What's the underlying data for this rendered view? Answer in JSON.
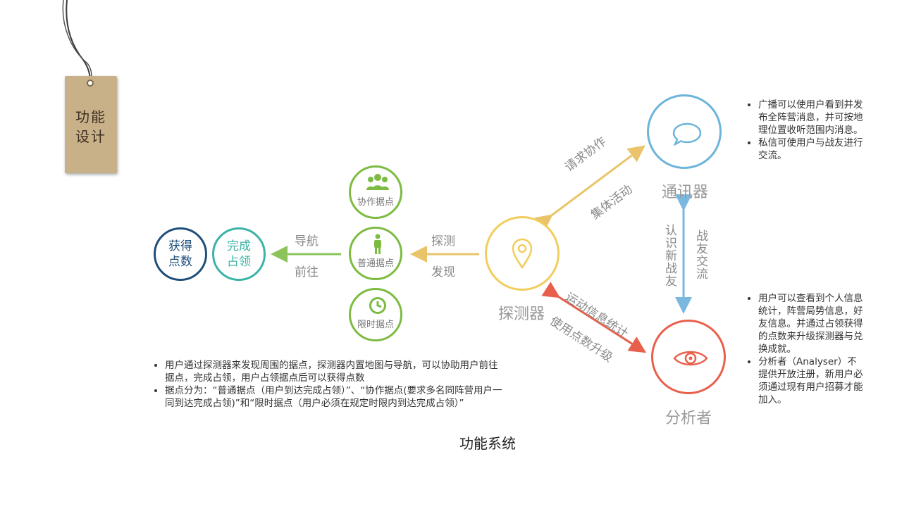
{
  "tag": {
    "line1": "功能",
    "line2": "设计"
  },
  "left_chain": {
    "gain_points": {
      "line1": "获得",
      "line2": "点数"
    },
    "complete_occupy": {
      "line1": "完成",
      "line2": "占领"
    },
    "nav_label_top": "导航",
    "nav_label_bottom": "前往",
    "detect_label_top": "探测",
    "detect_label_bottom": "发现"
  },
  "strongholds": {
    "coop": "协作据点",
    "normal": "普通据点",
    "timed": "限时据点"
  },
  "nodes": {
    "detector": "探测器",
    "communicator": "通讯器",
    "analyser": "分析者"
  },
  "edges": {
    "request_coop": "请求协作",
    "group_activity": "集体活动",
    "activity_stats": "运动信息统计",
    "use_points_upgrade": "使用点数升级",
    "meet_new_allies": "认识新战友",
    "ally_chat": "战友交流"
  },
  "notes_left": [
    "用户通过探测器来发现周围的据点，探测器内置地图与导航，可以协助用户前往据点，完成占领，用户占领据点后可以获得点数",
    "据点分为：“普通据点（用户到达完成占领）”、“协作据点(要求多名同阵营用户一同到达完成占领)”和“限时据点（用户必须在规定时限内到达完成占领）”"
  ],
  "notes_comm": [
    "广播可以使用户看到并发布全阵营消息，并可按地理位置收听范围内消息。",
    "私信可使用户与战友进行交流。"
  ],
  "notes_analyser": [
    "用户可以查看到个人信息统计，阵营局势信息，好友信息。并通过占领获得的点数来升级探测器与兑换成就。",
    "分析者（Analyser）不提供开放注册，新用户必须通过现有用户招募才能加入。"
  ],
  "caption": "功能系统",
  "colors": {
    "navy": "#1f4e79",
    "teal": "#3bb3a6",
    "green": "#7dbb42",
    "yellow": "#f2cd5c",
    "blue": "#6cb4da",
    "red": "#e8604c",
    "arrow_yellow": "#e9c46a",
    "arrow_red": "#e8604c",
    "arrow_blue": "#7ab8e0",
    "arrow_green": "#8cc35a"
  },
  "icons": {
    "coop": "group-icon",
    "normal": "person-icon",
    "timed": "clock-icon",
    "detector": "map-pin-icon",
    "communicator": "chat-bubble-icon",
    "analyser": "eye-icon"
  }
}
